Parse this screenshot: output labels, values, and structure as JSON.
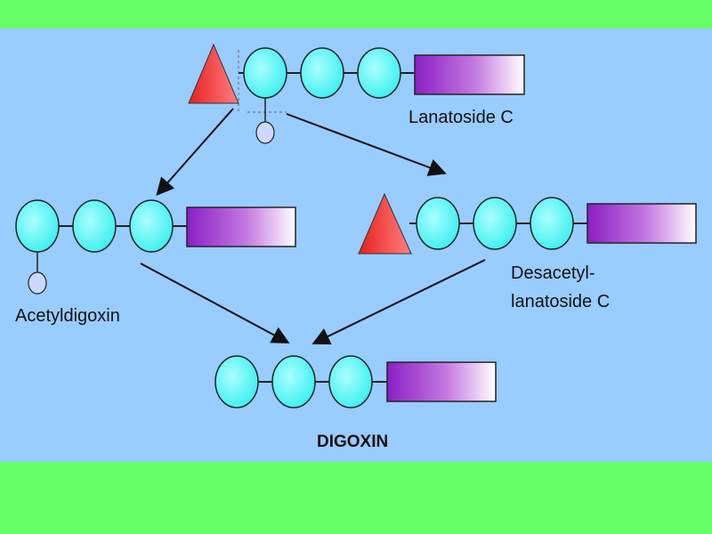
{
  "colors": {
    "background_band": "#66ff66",
    "panel": "#99ccff",
    "sugar_circle": "#66ffff",
    "acetyl_circle": "#ccd9ff",
    "triangle": "#ff4d4d",
    "aglycone_dark": "#8a1fc4",
    "aglycone_light": "#ffffff"
  },
  "molecules": [
    {
      "id": "lanatoside-c",
      "label": "Lanatoside C",
      "parts": [
        "glucose-triangle",
        "digitoxose",
        "digitoxose",
        "digitoxose",
        "aglycone"
      ],
      "acetyl": true
    },
    {
      "id": "acetyldigoxin",
      "label": "Acetyldigoxin",
      "parts": [
        "digitoxose",
        "digitoxose",
        "digitoxose",
        "aglycone"
      ],
      "acetyl": true
    },
    {
      "id": "desacetyl-lanatoside-c",
      "label_line1": "Desacetyl-",
      "label_line2": "lanatoside C",
      "parts": [
        "glucose-triangle",
        "digitoxose",
        "digitoxose",
        "digitoxose",
        "aglycone"
      ],
      "acetyl": false
    },
    {
      "id": "digoxin",
      "label": "DIGOXIN",
      "parts": [
        "digitoxose",
        "digitoxose",
        "digitoxose",
        "aglycone"
      ],
      "acetyl": false
    }
  ],
  "arrows": [
    {
      "from": "lanatoside-c",
      "to": "acetyldigoxin"
    },
    {
      "from": "lanatoside-c",
      "to": "desacetyl-lanatoside-c"
    },
    {
      "from": "acetyldigoxin",
      "to": "digoxin"
    },
    {
      "from": "desacetyl-lanatoside-c",
      "to": "digoxin"
    }
  ]
}
